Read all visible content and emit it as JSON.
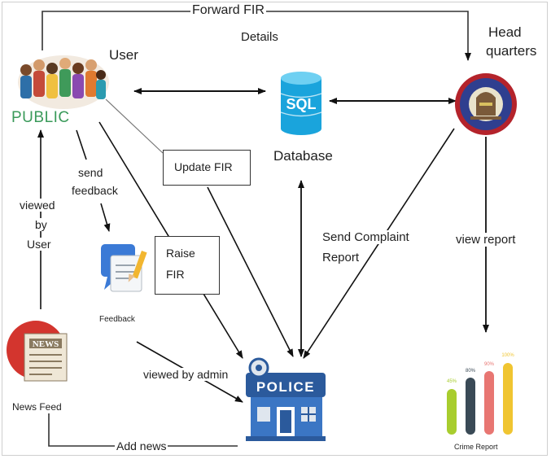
{
  "nodes": {
    "user": {
      "label": "User",
      "icon_text": "PUBLIC",
      "icon": "crowd-public-icon"
    },
    "database": {
      "label": "Database",
      "icon_text": "SQL",
      "icon": "sql-database-icon"
    },
    "headquarters": {
      "label_line1": "Head",
      "label_line2": "quarters",
      "icon": "police-emblem-icon"
    },
    "feedback": {
      "label": "Feedback",
      "icon": "feedback-document-icon"
    },
    "police": {
      "label": "POLICE",
      "icon": "police-station-icon"
    },
    "news_feed": {
      "label": "News Feed",
      "icon_text": "NEWS",
      "icon": "newspaper-icon"
    },
    "crime_report": {
      "label": "Crime Report",
      "icon": "bar-chart-icon",
      "bar_values": [
        "45%",
        "80%",
        "90%",
        "100%"
      ]
    }
  },
  "boxes": {
    "update_fir": "Update FIR",
    "raise_fir_line1": "Raise",
    "raise_fir_line2": "FIR"
  },
  "edges": {
    "forward_fir": "Forward FIR",
    "details": "Details",
    "send_feedback_line1": "send",
    "send_feedback_line2": "feedback",
    "viewed_by_user_line1": "viewed",
    "viewed_by_user_line2": "by",
    "viewed_by_user_line3": "User",
    "send_complaint_line1": "Send Complaint",
    "send_complaint_line2": "Report",
    "view_report": "view report",
    "viewed_by_admin": "viewed by admin",
    "add_news": "Add news"
  },
  "colors": {
    "sql_cyan": "#1aa4dc",
    "hq_blue": "#2f3f8f",
    "hq_red": "#b4232b",
    "police_blue": "#3b76c4",
    "news_red": "#d3352e",
    "bar_green": "#a8cd2e",
    "bar_dark": "#3a4a56",
    "bar_pink": "#e87672",
    "bar_yellow": "#f0c531"
  }
}
